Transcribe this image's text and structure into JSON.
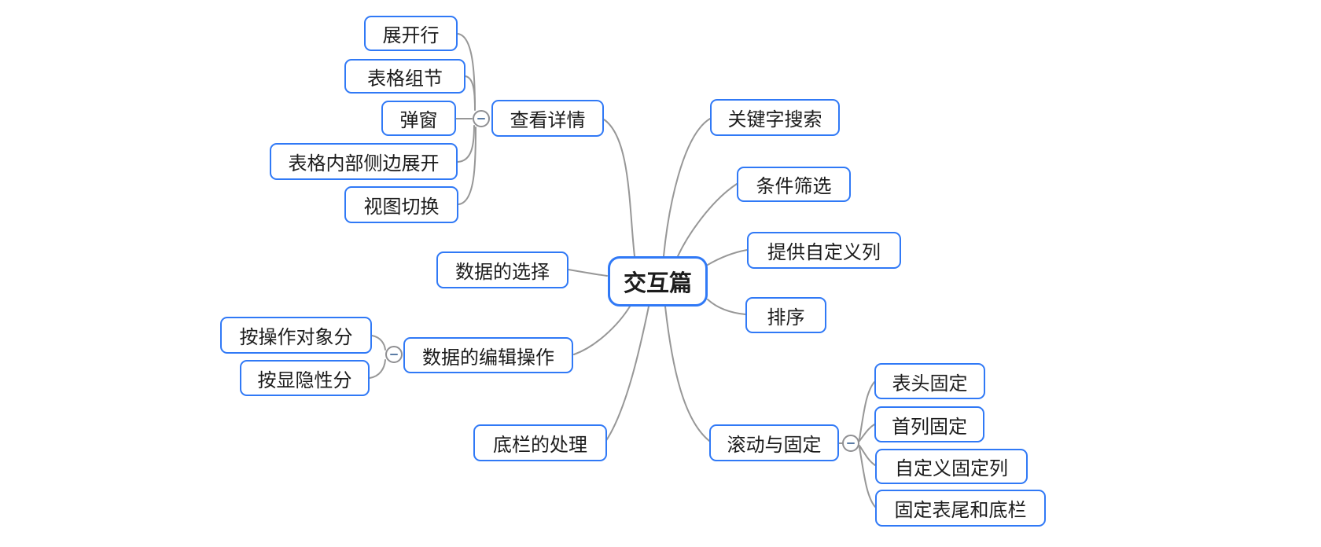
{
  "diagram": {
    "type": "mindmap",
    "colors": {
      "node_border": "#3079f6",
      "node_text": "#1c1c1c",
      "connector": "#979797",
      "collapse_ring": "#8f8f92",
      "collapse_minus": "#5b7ca6",
      "background": "#ffffff"
    },
    "tree": {
      "root": "交互篇",
      "branches": [
        {
          "label": "查看详情",
          "collapsed": false,
          "children": [
            "展开行",
            "表格组节",
            "弹窗",
            "表格内部侧边展开",
            "视图切换"
          ]
        },
        {
          "label": "数据的选择",
          "children": []
        },
        {
          "label": "数据的编辑操作",
          "collapsed": false,
          "children": [
            "按操作对象分",
            "按显隐性分"
          ]
        },
        {
          "label": "底栏的处理",
          "children": []
        },
        {
          "label": "关键字搜索",
          "children": []
        },
        {
          "label": "条件筛选",
          "children": []
        },
        {
          "label": "提供自定义列",
          "children": []
        },
        {
          "label": "排序",
          "children": []
        },
        {
          "label": "滚动与固定",
          "collapsed": false,
          "children": [
            "表头固定",
            "首列固定",
            "自定义固定列",
            "固定表尾和底栏"
          ]
        }
      ]
    }
  },
  "nodes": {
    "root": "交互篇",
    "expand_row": "展开行",
    "table_section": "表格组节",
    "popup": "弹窗",
    "table_side_expand": "表格内部侧边展开",
    "view_switch": "视图切换",
    "view_detail": "查看详情",
    "data_selection": "数据的选择",
    "by_operation_target": "按操作对象分",
    "by_visibility": "按显隐性分",
    "data_edit": "数据的编辑操作",
    "bottom_bar": "底栏的处理",
    "keyword_search": "关键字搜索",
    "condition_filter": "条件筛选",
    "custom_columns": "提供自定义列",
    "sorting": "排序",
    "scroll_fixed": "滚动与固定",
    "header_fixed": "表头固定",
    "first_col_fixed": "首列固定",
    "custom_fixed_col": "自定义固定列",
    "fixed_footer": "固定表尾和底栏"
  }
}
